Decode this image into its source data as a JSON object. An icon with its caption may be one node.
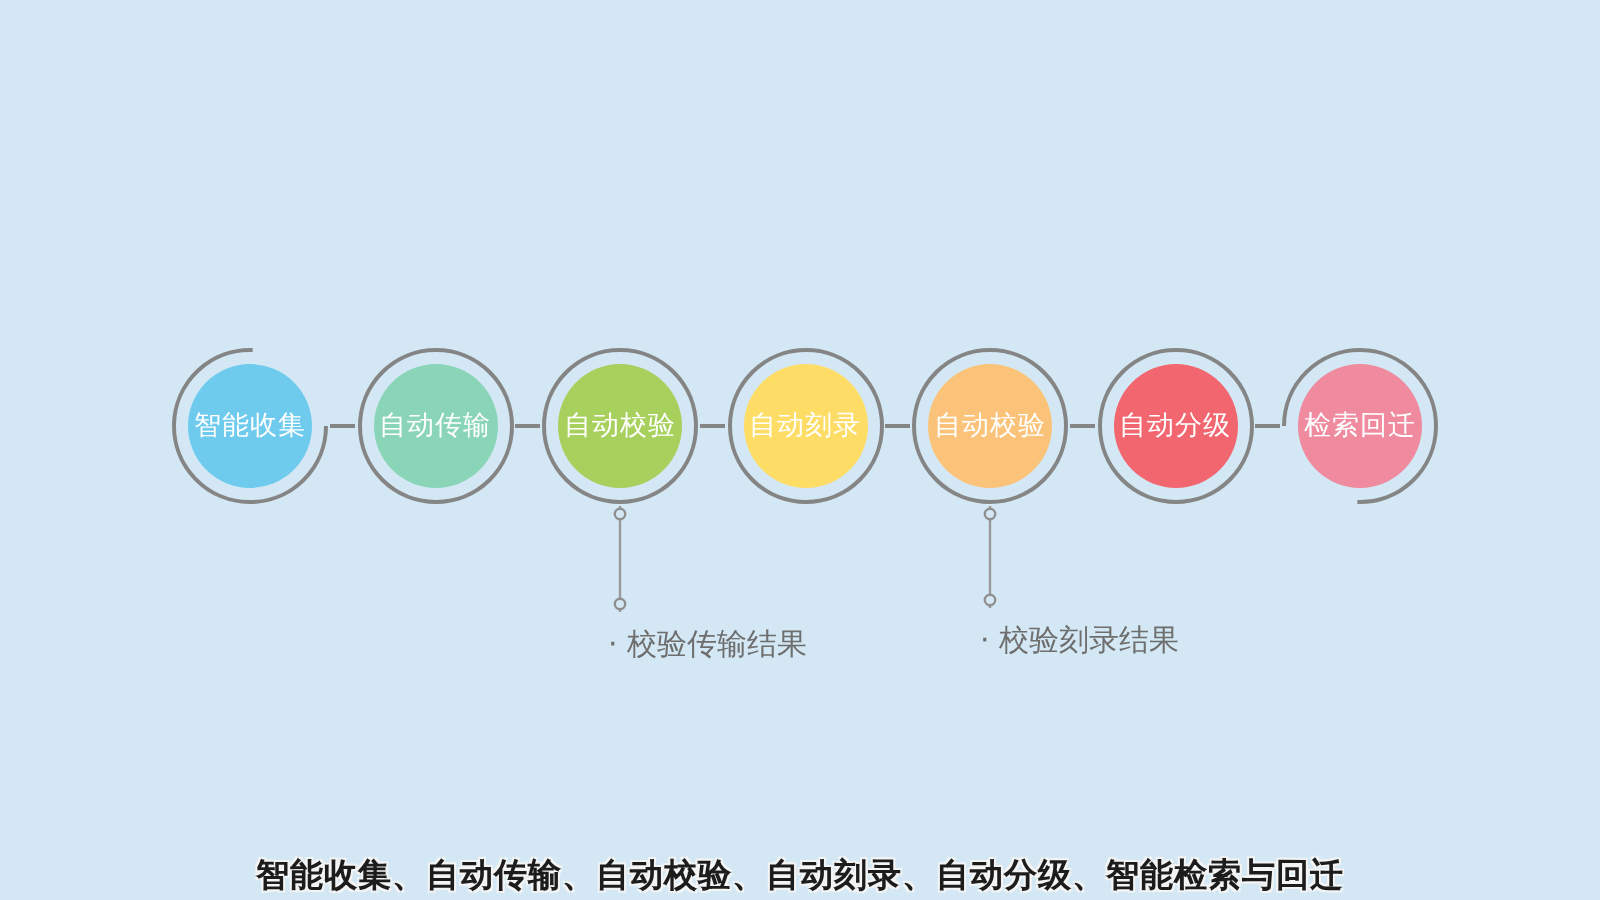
{
  "diagram": {
    "caption": "智能收集、自动传输、自动校验、自动刻录、自动分级、智能检索与回迁",
    "nodes": [
      {
        "text": [
          "智能收集"
        ]
      },
      {
        "text": [
          "自动传输"
        ]
      },
      {
        "text": [
          "自动校验"
        ]
      },
      {
        "text": [
          "自动刻录"
        ]
      },
      {
        "text": [
          "自动校验"
        ]
      },
      {
        "text": [
          "自动分级"
        ]
      },
      {
        "text": [
          "检索回迁"
        ]
      },
      {
        "text": [
          "· 校验传输结果"
        ]
      },
      {
        "text": [
          "· 校验刻录结果"
        ]
      }
    ],
    "edges": [
      {
        "from": 0,
        "to": 1,
        "arrow": "none"
      },
      {
        "from": 1,
        "to": 2,
        "arrow": "none"
      },
      {
        "from": 2,
        "to": 3,
        "arrow": "none"
      },
      {
        "from": 3,
        "to": 4,
        "arrow": "none"
      },
      {
        "from": 4,
        "to": 5,
        "arrow": "none"
      },
      {
        "from": 5,
        "to": 6,
        "arrow": "none"
      },
      {
        "from": 7,
        "to": 2,
        "arrow": "other"
      },
      {
        "from": 8,
        "to": 4,
        "arrow": "other"
      }
    ]
  }
}
